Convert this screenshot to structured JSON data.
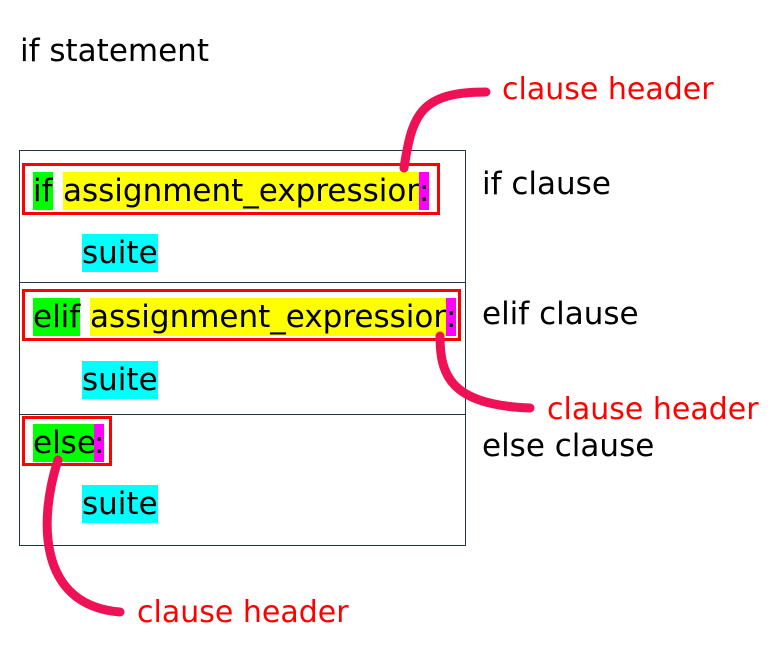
{
  "title": "if statement",
  "if_block": {
    "keyword": "if",
    "expression": "assignment_expression",
    "colon": ":",
    "suite": "suite",
    "label": "if clause"
  },
  "elif_block": {
    "keyword": "elif",
    "expression": "assignment_expression",
    "colon": ":",
    "suite": "suite",
    "label": "elif clause"
  },
  "else_block": {
    "keyword": "else",
    "colon": ":",
    "suite": "suite",
    "label": "else clause"
  },
  "callouts": {
    "top": "clause header",
    "middle": "clause header",
    "bottom": "clause header"
  },
  "colors": {
    "keyword": "#00ff00",
    "expression": "#ffff00",
    "colon": "#ff00ff",
    "suite": "#00ffff",
    "header_box": "#ff0000",
    "callout_line": "#ee1155"
  }
}
